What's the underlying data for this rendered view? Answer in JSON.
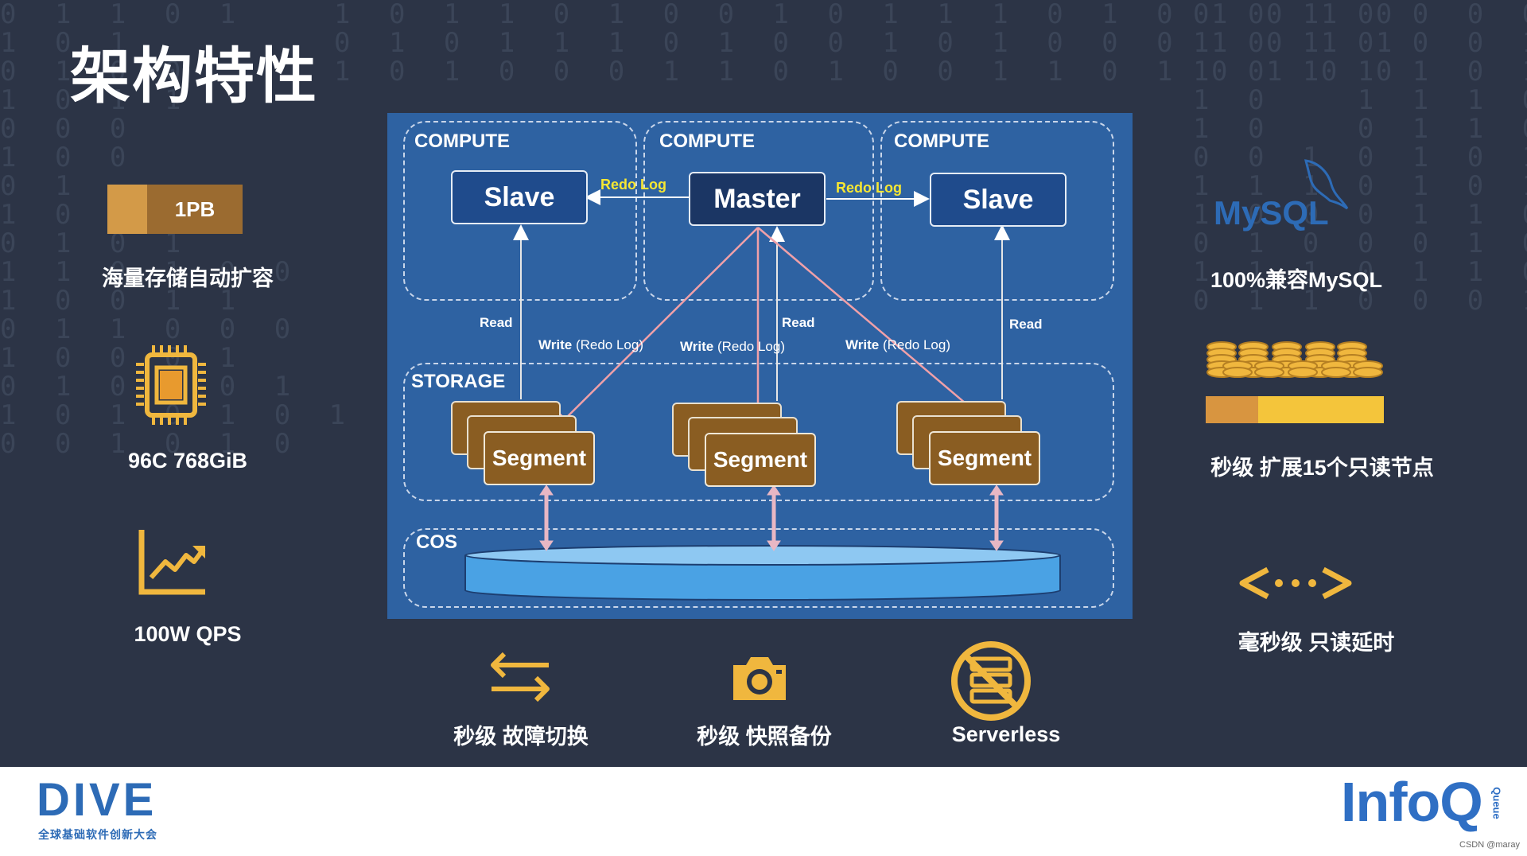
{
  "title": "架构特性",
  "left_features": {
    "storage": {
      "badge": "1PB",
      "label": "海量存储自动扩容"
    },
    "cpu": {
      "icon": "cpu-chip-icon",
      "label": "96C 768GiB"
    },
    "qps": {
      "icon": "line-chart-icon",
      "label": "100W QPS"
    }
  },
  "right_features": {
    "mysql": {
      "logo_text": "MySQL",
      "label": "100%兼容MySQL"
    },
    "scale": {
      "icon": "coin-stacks-icon",
      "label": "秒级 扩展15个只读节点"
    },
    "latency": {
      "icon": "ellipsis-arrows-icon",
      "label": "毫秒级 只读延时"
    }
  },
  "bottom_features": {
    "failover": {
      "icon": "swap-arrows-icon",
      "label": "秒级 故障切换"
    },
    "snapshot": {
      "icon": "camera-icon",
      "label": "秒级 快照备份"
    },
    "serverless": {
      "icon": "no-server-icon",
      "label": "Serverless"
    }
  },
  "diagram": {
    "compute_label": "COMPUTE",
    "storage_label": "STORAGE",
    "cos_label": "COS",
    "slave_label": "Slave",
    "master_label": "Master",
    "segment_label": "Segment",
    "redo_log": "Redo Log",
    "read": "Read",
    "write_prefix": "Write",
    "write_suffix": "(Redo Log)"
  },
  "footer": {
    "dive": "DIVE",
    "dive_sub": "全球基础软件创新大会",
    "infoq": "InfoQ",
    "infoq_side": "Queue",
    "csdn": "CSDN @maray"
  },
  "colors": {
    "background": "#2c3446",
    "accent_gold": "#f0b73e",
    "diagram_blue": "#2e62a2",
    "segment_brown": "#8a5d22",
    "redo_yellow": "#f6e733",
    "write_pink": "#f0a0a8"
  }
}
